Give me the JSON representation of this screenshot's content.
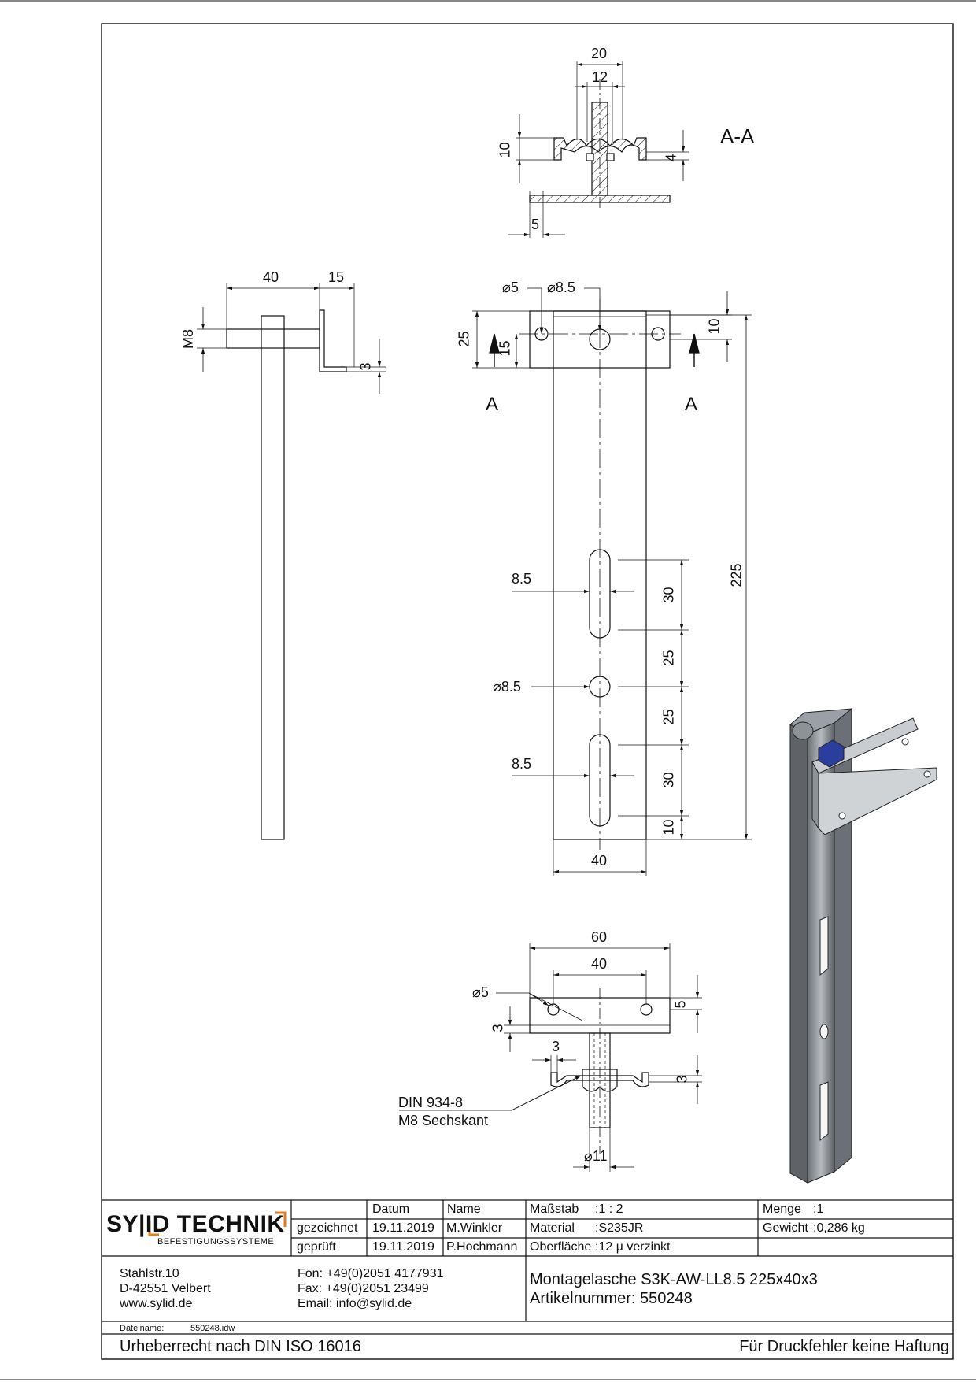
{
  "drawing": {
    "section_label": "A-A",
    "section_marker_left": "A",
    "section_marker_right": "A",
    "dims": {
      "sec_20": "20",
      "sec_12": "12",
      "sec_10": "10",
      "sec_4": "4",
      "sec_5": "5",
      "side_40": "40",
      "side_15": "15",
      "side_m8": "M8",
      "side_3": "3",
      "front_d5": "⌀5",
      "front_d85_top": "⌀8.5",
      "front_25": "25",
      "front_15": "15",
      "front_10_top": "10",
      "front_225": "225",
      "front_slot1": "8.5",
      "front_30a": "30",
      "front_25a": "25",
      "front_d85_mid": "⌀8.5",
      "front_25b": "25",
      "front_slot2": "8.5",
      "front_30b": "30",
      "front_10_bot": "10",
      "front_40": "40",
      "top_60": "60",
      "top_40": "40",
      "top_d5": "⌀5",
      "top_5": "5",
      "top_3_left": "3",
      "top_3_mid": "3",
      "top_3_right": "3",
      "top_d11": "⌀11",
      "nut_line1": "DIN 934-8",
      "nut_line2": "M8 Sechskant"
    }
  },
  "titleblock": {
    "logo_main": "SY|ID TECHNIK",
    "logo_sub": "BEFESTIGUNGSSYSTEME",
    "col_datum": "Datum",
    "col_name": "Name",
    "row1_label": "gezeichnet",
    "row1_date": "19.11.2019",
    "row1_name": "M.Winkler",
    "row2_label": "geprüft",
    "row2_date": "19.11.2019",
    "row2_name": "P.Hochmann",
    "massstab_label": "Maßstab",
    "massstab_value": ":1 : 2",
    "material_label": "Material",
    "material_value": ":S235JR",
    "oberflaeche_label": "Oberfläche",
    "oberflaeche_value": ":12 µ verzinkt",
    "menge_label": "Menge",
    "menge_value": ":1",
    "gewicht_label": "Gewicht",
    "gewicht_value": ":0,286 kg",
    "address1": "Stahlstr.10",
    "address2": "D-42551 Velbert",
    "address3": "www.sylid.de",
    "fon": "Fon: +49(0)2051 4177931",
    "fax": "Fax: +49(0)2051 23499",
    "email": "Email: info@sylid.de",
    "title_line1": "Montagelasche S3K-AW-LL8.5 225x40x3",
    "title_line2": "Artikelnummer: 550248",
    "dateiname_label": "Dateiname:",
    "dateiname_value": "550248.idw",
    "copyright": "Urheberrecht nach DIN ISO 16016",
    "disclaimer": "Für Druckfehler keine Haftung"
  },
  "colors": {
    "line": "#111111",
    "steel": "#8a8f94",
    "nut": "#2a3e9e",
    "logo_accent": "#e07b22"
  }
}
